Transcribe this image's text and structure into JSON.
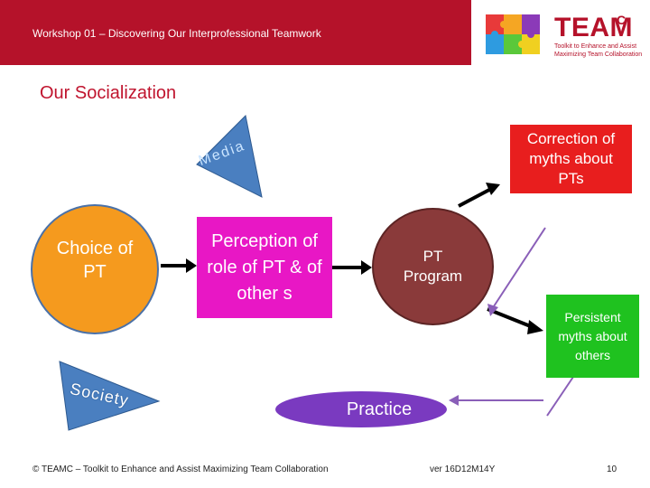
{
  "header": {
    "title": "Workshop 01 – Discovering Our Interprofessional Teamwork",
    "logo_text": "TEAM",
    "logo_sup": "C",
    "logo_tagline": "Toolkit to Enhance and Assist Maximizing Team Collaboration"
  },
  "slide_title": "Our Socialization",
  "nodes": {
    "media": "Media",
    "choice": "Choice of PT",
    "perception": "Perception of role of PT & of other s",
    "pt_program": "PT Program",
    "correction": "Correction of myths about PTs",
    "persistent": "Persistent myths about others",
    "society": "Society",
    "practice": "Practice"
  },
  "footer": {
    "copyright": "© TEAMC – Toolkit to Enhance and Assist Maximizing Team Collaboration",
    "version": "ver 16D12M14Y",
    "page": "10"
  },
  "colors": {
    "header_bg": "#b5122a",
    "choice": "#f59a1e",
    "perception": "#e817c5",
    "pt_program": "#8a3a3a",
    "correction": "#e81e1e",
    "persistent": "#1fc21f",
    "practice": "#7a3ac0",
    "media_triangle": "#4a7fc0",
    "arrow_purple": "#8a5fb8"
  }
}
